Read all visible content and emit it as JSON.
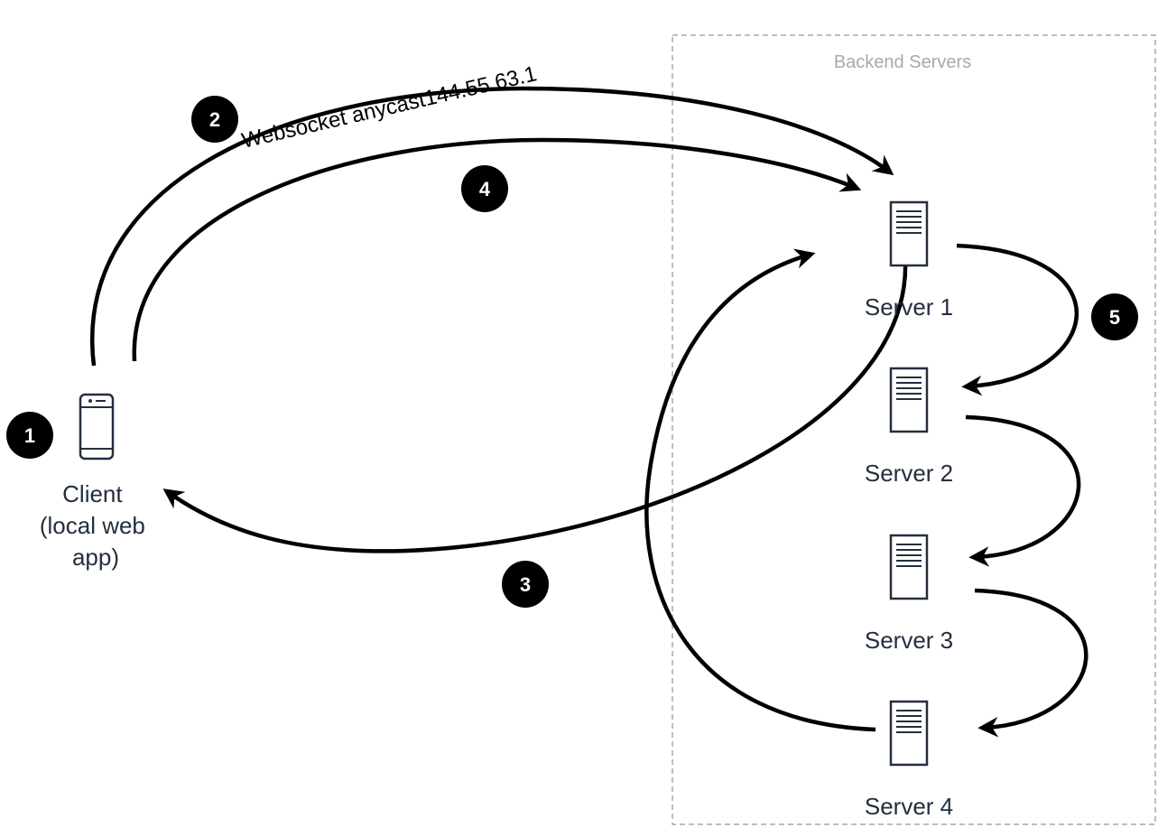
{
  "group": {
    "label": "Backend Servers"
  },
  "client": {
    "label_lines": [
      "Client",
      "(local web",
      "app)"
    ]
  },
  "servers": [
    {
      "label": "Server 1"
    },
    {
      "label": "Server 2"
    },
    {
      "label": "Server 3"
    },
    {
      "label": "Server 4"
    }
  ],
  "edges": {
    "websocket_label": "Websocket anycast",
    "ip_label": "144.55.63.1"
  },
  "steps": [
    "1",
    "2",
    "3",
    "4",
    "5"
  ],
  "colors": {
    "ink": "#000000",
    "icon": "#232f3e",
    "group_border": "#a9a9a9",
    "badge_fill": "#000000",
    "badge_text": "#ffffff"
  }
}
